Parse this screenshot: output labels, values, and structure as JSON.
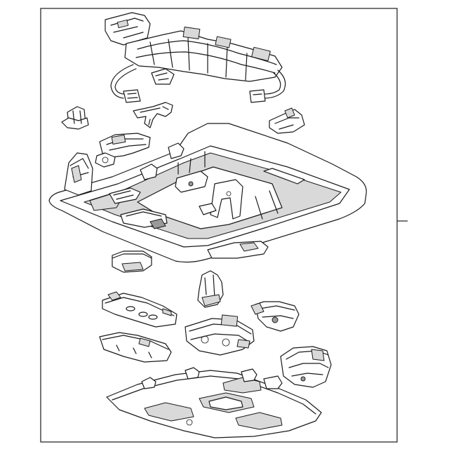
{
  "diagram": {
    "type": "exploded-parts-diagram",
    "colors": {
      "line": "#1a1a1a",
      "part_fill": "#ffffff",
      "shade": "#d9d9d9",
      "dark": "#9a9a9a",
      "background": "#ffffff"
    },
    "parts": [
      {
        "id": "wire-harness",
        "icon": "wire-harness-icon"
      },
      {
        "id": "clip-left",
        "icon": "clip-icon"
      },
      {
        "id": "bracket-small",
        "icon": "bracket-icon"
      },
      {
        "id": "clip-right",
        "icon": "clip-icon"
      },
      {
        "id": "switch-module",
        "icon": "switch-module-icon"
      },
      {
        "id": "console-housing",
        "icon": "console-housing-icon"
      },
      {
        "id": "lamp-socket",
        "icon": "lamp-socket-icon"
      },
      {
        "id": "mount-bracket",
        "icon": "mount-bracket-icon"
      },
      {
        "id": "reading-lamp-left",
        "icon": "reading-lamp-icon"
      },
      {
        "id": "sensor-module",
        "icon": "sensor-module-icon"
      },
      {
        "id": "reading-lamp-right",
        "icon": "reading-lamp-icon"
      },
      {
        "id": "switch-panel",
        "icon": "switch-panel-icon"
      },
      {
        "id": "control-module",
        "icon": "control-module-icon"
      },
      {
        "id": "connector-block",
        "icon": "connector-block-icon"
      },
      {
        "id": "console-cover",
        "icon": "console-cover-icon"
      }
    ],
    "leader_count": 1
  }
}
